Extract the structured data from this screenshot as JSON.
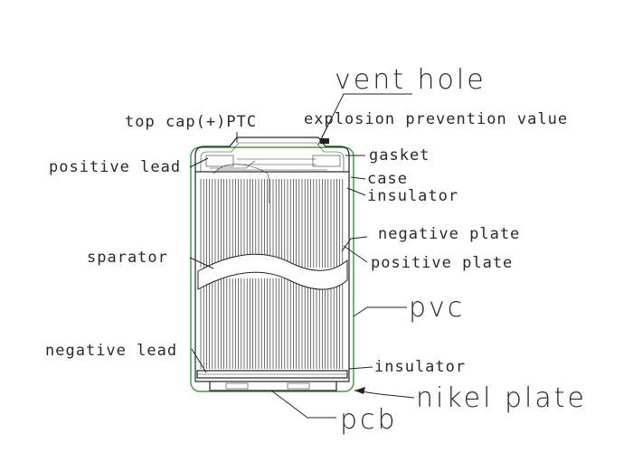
{
  "labels": {
    "vent_hole": "vent hole",
    "top_cap": "top cap(+)PTC",
    "explosion_prevention": "explosion prevention value",
    "gasket": "gasket",
    "positive_lead": "positive lead",
    "case": "case",
    "insulator_top": "insulator",
    "negative_plate": "negative plate",
    "sparator": "sparator",
    "positive_plate": "positive plate",
    "pvc": "pvc",
    "negative_lead": "negative lead",
    "insulator_bottom": "insulator",
    "nikel_plate": "nikel plate",
    "pcb": "pcb"
  },
  "colors": {
    "line": "#222222",
    "pvc_wrap": "#3a9a3a",
    "text": "#2a2a2a"
  }
}
